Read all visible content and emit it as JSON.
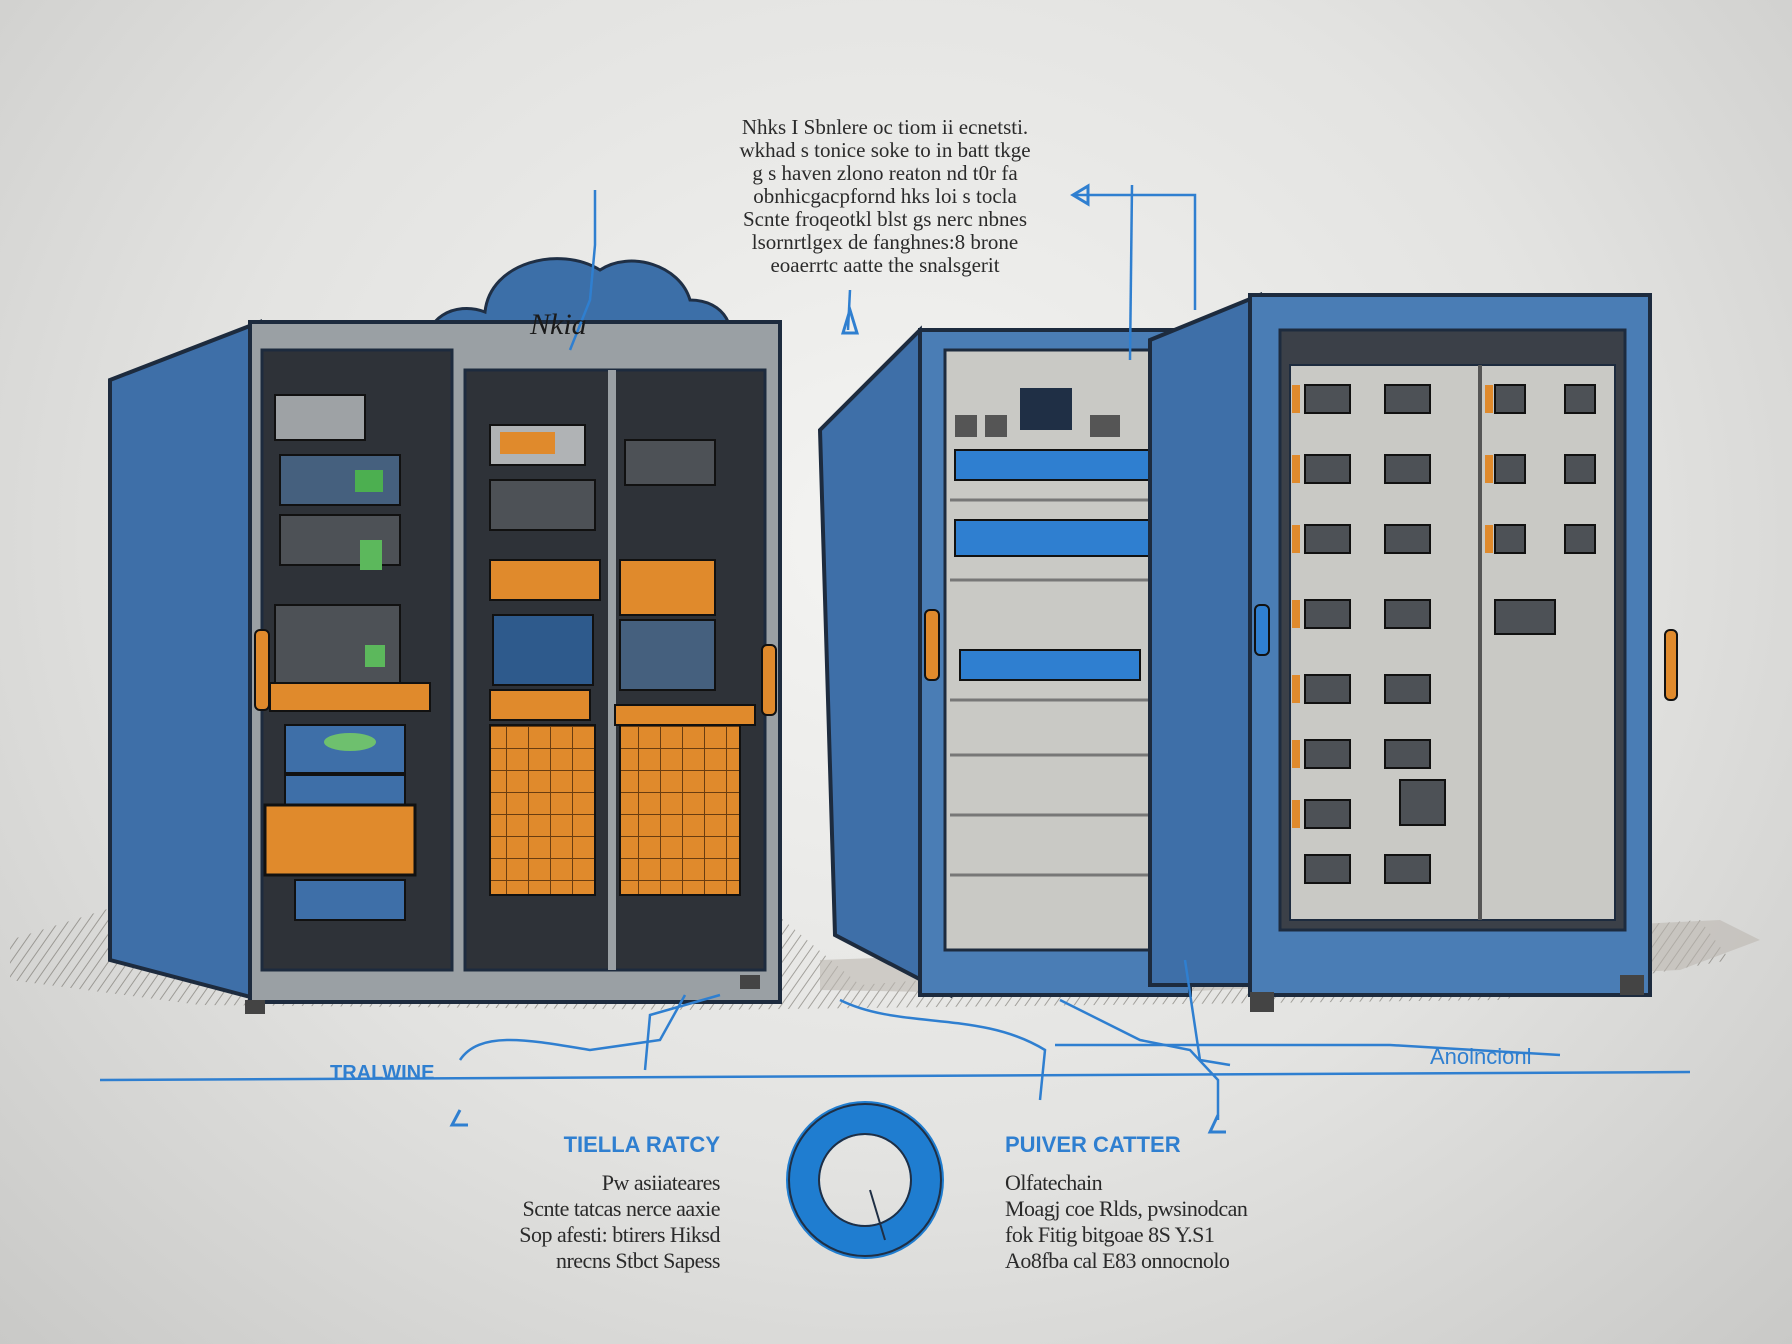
{
  "top_paragraph": {
    "lines": [
      "Nhks I Sbnlere oc tiom ii ecnetsti.",
      "wkhad s tonice soke to in batt tkge",
      "g s haven zlono reaton nd t0r fa",
      "obnhicgacpfornd hks loi s tocla",
      "Scnte froqeotkl blst gs nerc nbnes",
      "lsornrtlgex de fanghnes:8 brone",
      "eoaerrtc aatte the snalsgerit"
    ]
  },
  "cloud_label": "Nkia",
  "left_label": "TRALWINE",
  "right_label": "Anolncionl",
  "bottom_left": {
    "title": "TIELLA RATCY",
    "lines": [
      "Pw asiiateares",
      "Scnte tatcas nerce aaxie",
      "Sop afesti: btirers Hiksd",
      "nrecns Stbct Sapess"
    ]
  },
  "bottom_right": {
    "title": "PUIVER CATTER",
    "lines": [
      "Olfatechain",
      "Moagj coe Rlds, pwsinodcan",
      "fok Fitig bitgoae 8S Y.S1",
      "Ao8fba cal E83 onnocnolo"
    ]
  },
  "colors": {
    "rack_blue": "#4a7db5",
    "rack_blue_dark": "#2e5a8c",
    "accent_orange": "#e08a2c",
    "annotation_blue": "#2f7fd0",
    "panel_grey": "#c9c9c5"
  },
  "icons": [
    "cloud-icon",
    "donut-chart-icon",
    "arrow-icon"
  ]
}
